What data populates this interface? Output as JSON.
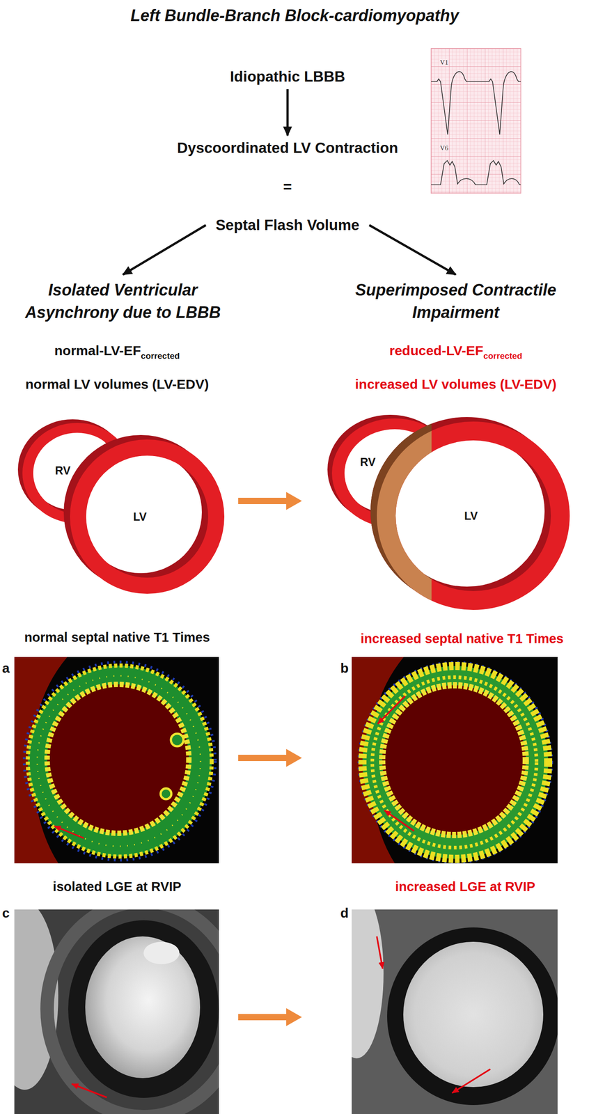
{
  "diagram": {
    "title": "Left Bundle-Branch Block-cardiomyopathy",
    "nodes": [
      {
        "text": [
          "Idiopathic LBBB"
        ]
      },
      {
        "text": [
          "Dyscoordinated LV Contraction"
        ]
      },
      {
        "text": [
          "Septal Flash Volume"
        ]
      },
      {
        "text": [
          "Isolated Ventricular Asynchrony due to LBBB"
        ]
      },
      {
        "text": [
          "Superimposed Contractile Impairment"
        ]
      }
    ],
    "edges": [
      {
        "from": 0,
        "to": 1,
        "arrow": "to"
      },
      {
        "from": 2,
        "to": 3,
        "arrow": "to"
      },
      {
        "from": 2,
        "to": 4,
        "arrow": "to"
      }
    ],
    "labels": [
      "=",
      "V1",
      "V6",
      "normal-LV-EF",
      "corrected",
      "normal LV volumes (LV-EDV)",
      "reduced-LV-EF",
      "corrected",
      "increased LV volumes (LV-EDV)",
      "RV",
      "LV",
      "RV",
      "LV",
      "normal septal native T1 Times",
      "a",
      "increased septal native T1 Times",
      "b",
      "isolated LGE at RVIP",
      "c",
      "increased LGE at RVIP",
      "d"
    ]
  }
}
